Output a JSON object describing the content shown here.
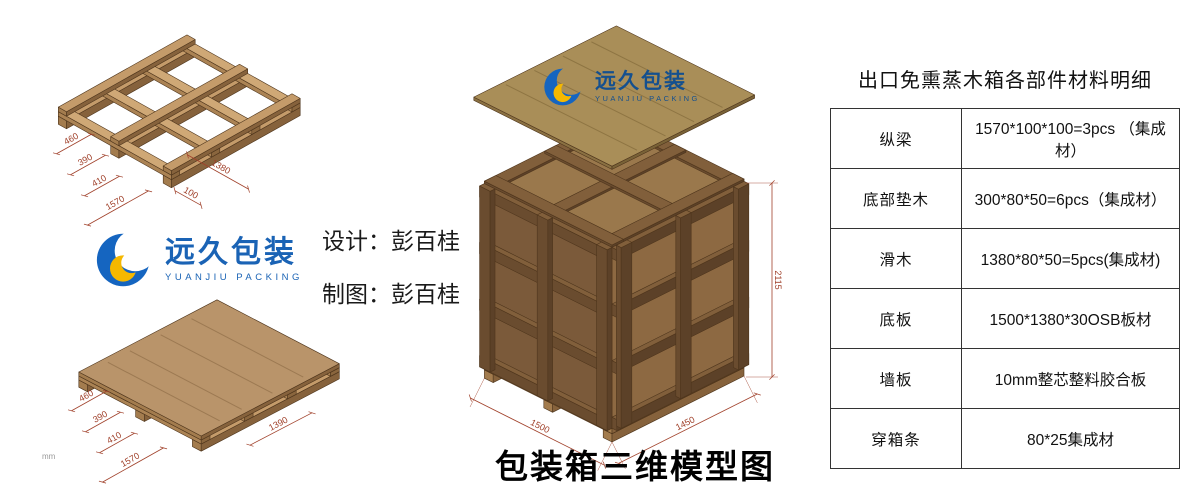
{
  "page": {
    "title": "包装箱三维模型图",
    "unit_note": "mm"
  },
  "credits": {
    "design": "设计：彭百桂",
    "draft": "制图：彭百桂"
  },
  "logo": {
    "name_cn": "远久包装",
    "name_en": "YUANJIU PACKING"
  },
  "materials_table": {
    "title": "出口免熏蒸木箱各部件材料明细",
    "rows": [
      {
        "part": "纵梁",
        "spec": "1570*100*100=3pcs （集成材）"
      },
      {
        "part": "底部垫木",
        "spec": "300*80*50=6pcs（集成材）"
      },
      {
        "part": "滑木",
        "spec": "1380*80*50=5pcs(集成材)"
      },
      {
        "part": "底板",
        "spec": "1500*1380*30OSB板材"
      },
      {
        "part": "墙板",
        "spec": "10mm整芯整料胶合板"
      },
      {
        "part": "穿箱条",
        "spec": "80*25集成材"
      }
    ]
  },
  "dimensions": {
    "pallet_frame": {
      "left": [
        "460",
        "390",
        "410",
        "1570"
      ],
      "bottom": [
        "1380",
        "100"
      ]
    },
    "pallet_deck": {
      "left": [
        "460",
        "390",
        "410",
        "1570"
      ],
      "bottom": [
        "1390"
      ]
    },
    "crate": {
      "bottom_left": "1500",
      "bottom_right": "1450",
      "height": "2115"
    }
  },
  "colors": {
    "wood_top": "#c49b6a",
    "wood_left": "#a37c4e",
    "wood_right": "#86623c",
    "wood2_top": "#cfa876",
    "wood2_left": "#ab8354",
    "wood2_right": "#8a663e",
    "deck_top": "#b9946a",
    "panel_top": "#9a784c",
    "panel_left": "#7b5a3a",
    "panel_right": "#8d6942",
    "batten_top": "#815f3b",
    "batten_left": "#6a4c2f",
    "batten_right": "#5c4128",
    "lid_top": "#a98e58",
    "lid_left": "#8a7042",
    "lid_right": "#796237",
    "edge": "#4e351c",
    "dim": "#a0402a",
    "logo_blue": "#1565c0",
    "logo_yellow": "#f5b800",
    "table_border": "#333333",
    "text": "#111111",
    "background": "#ffffff"
  }
}
